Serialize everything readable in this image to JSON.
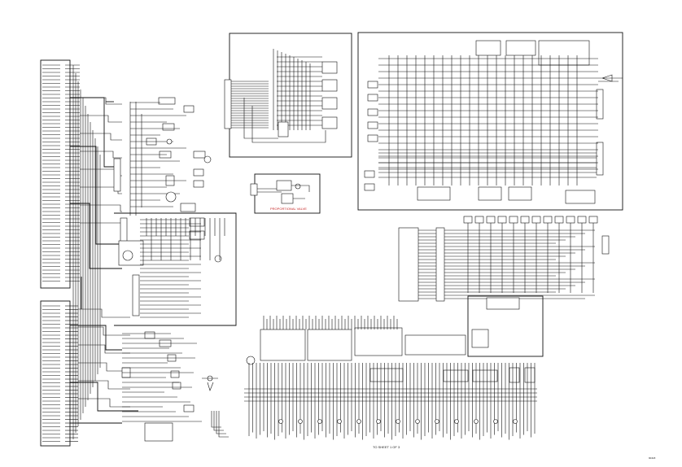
{
  "diagram": {
    "title": "Wiring harness schematic",
    "red_caption": "PROPORTIONAL VALVE",
    "sheet_label": "TO SHEET 1 OF 3",
    "drawing_number": "90418",
    "colors": {
      "wire": "#111111",
      "accent": "#c62828",
      "background": "#ffffff"
    }
  }
}
